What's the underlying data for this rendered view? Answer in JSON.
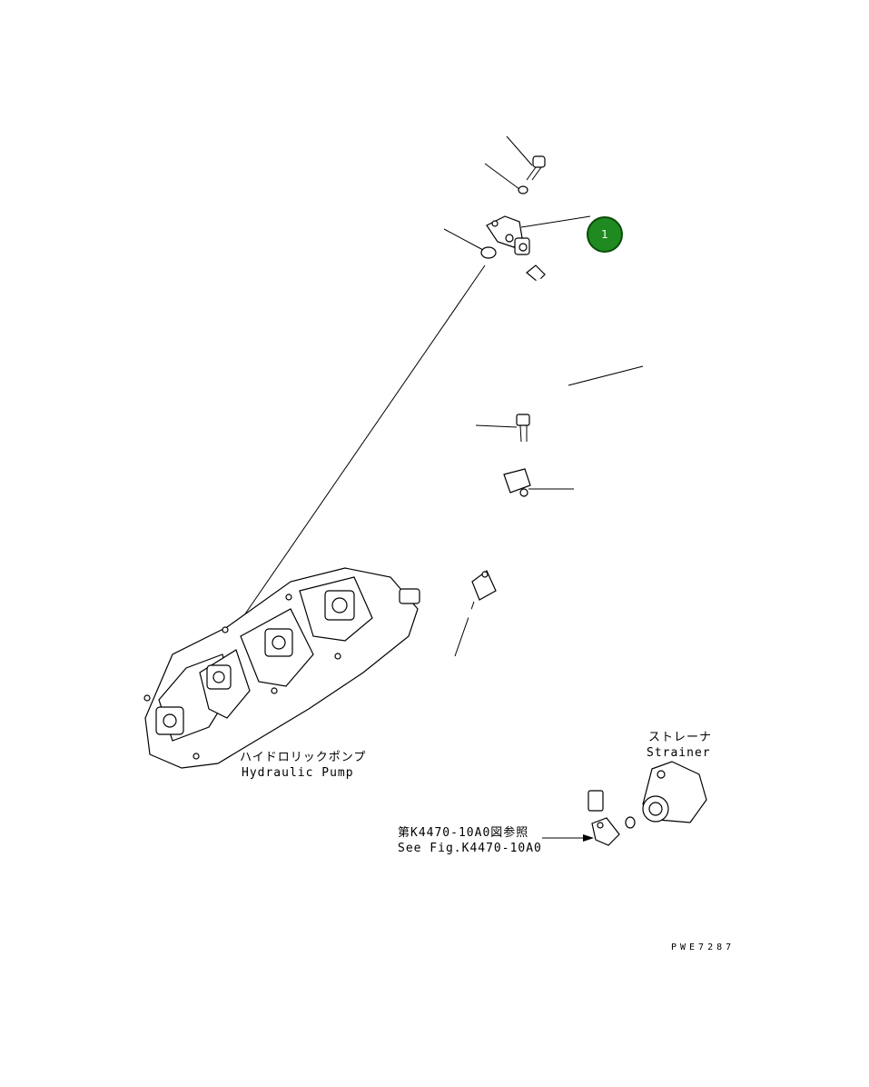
{
  "callout": {
    "number": "1",
    "color": "#1f8a1f"
  },
  "labels": {
    "pump_jp": "ハイドロリックポンプ",
    "pump_en": "Hydraulic Pump",
    "strainer_jp": "ストレーナ",
    "strainer_en": "Strainer",
    "ref_jp": "第K4470-10A0図参照",
    "ref_en": "See Fig.K4470-10A0"
  },
  "drawing_code": "PWE7287"
}
